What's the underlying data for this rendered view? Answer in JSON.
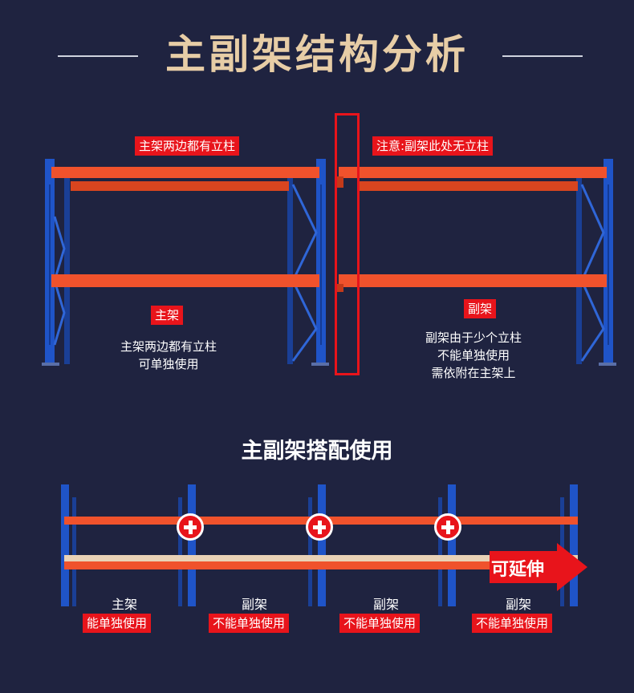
{
  "header": {
    "title": "主副架结构分析"
  },
  "main_frame": {
    "top_tag": "主架两边都有立柱",
    "name_tag": "主架",
    "desc_lines": [
      "主架两边都有立柱",
      "可单独使用"
    ]
  },
  "sub_frame": {
    "top_tag": "注意:副架此处无立柱",
    "name_tag": "副架",
    "desc_lines": [
      "副架由于少个立柱",
      "不能单独使用",
      "需依附在主架上"
    ]
  },
  "combo": {
    "title": "主副架搭配使用",
    "extend_label": "可延伸",
    "sections": [
      {
        "name": "主架",
        "tag": "能单独使用"
      },
      {
        "name": "副架",
        "tag": "不能单独使用"
      },
      {
        "name": "副架",
        "tag": "不能单独使用"
      },
      {
        "name": "副架",
        "tag": "不能单独使用"
      }
    ]
  },
  "colors": {
    "background": "#1f2340",
    "title_gold": "#e7cda6",
    "upright_blue": "#1f54c8",
    "beam_orange": "#f0522c",
    "accent_red": "#e8141b"
  }
}
